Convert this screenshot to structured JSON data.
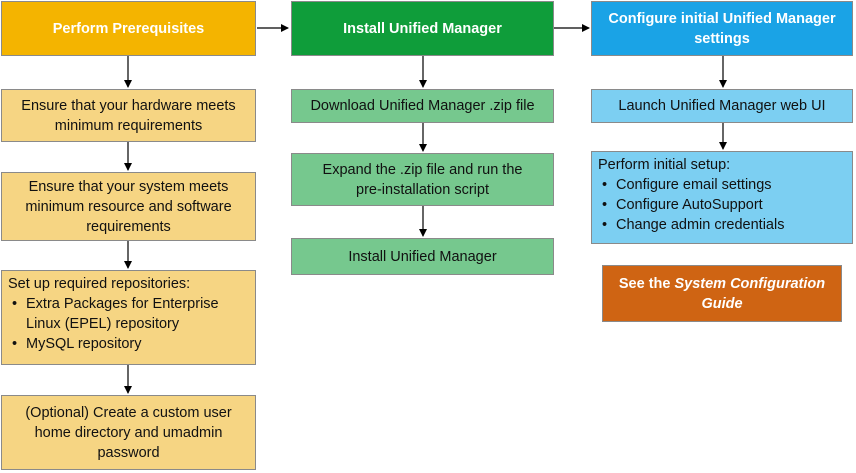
{
  "columns": [
    {
      "header": "Perform Prerequisites",
      "steps": [
        "Ensure that your hardware meets minimum requirements",
        "Ensure that your system meets minimum resource and software requirements"
      ],
      "repos": {
        "title": "Set up required repositories:",
        "items": [
          "Extra Packages for Enterprise Linux (EPEL) repository",
          "MySQL repository"
        ]
      },
      "optional": "(Optional) Create a custom user home directory and umadmin password"
    },
    {
      "header": "Install Unified Manager",
      "steps": [
        "Download Unified Manager .zip file",
        "Expand the .zip file and run the pre-installation script",
        "Install Unified Manager"
      ]
    },
    {
      "header": "Configure initial Unified Manager settings",
      "steps": [
        "Launch Unified Manager web UI"
      ],
      "setup": {
        "title": "Perform initial setup:",
        "items": [
          "Configure email settings",
          "Configure AutoSupport",
          "Change admin credentials"
        ]
      },
      "guide": {
        "prefix": "See the ",
        "emphasis": "System Configuration Guide"
      }
    }
  ],
  "colors": {
    "prereq_header": "#f4b400",
    "prereq_step": "#f6d583",
    "install_header": "#0f9d3a",
    "install_step": "#76c88e",
    "configure_header": "#1aa3e6",
    "configure_step": "#7ccff2",
    "guide": "#cf6413"
  }
}
